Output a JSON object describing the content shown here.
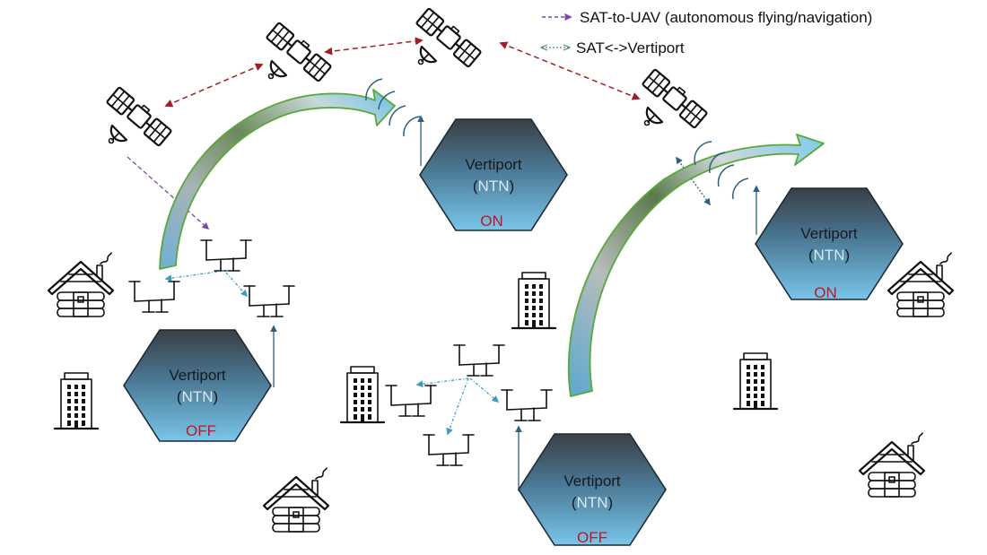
{
  "diagram": {
    "legend": [
      {
        "label": "SAT-to-UAV (autonomous flying/navigation)",
        "line_style": "dashed",
        "color": "#7a4aa8"
      },
      {
        "label": "SAT<->Vertiport",
        "line_style": "dotted",
        "color": "#4f8a8b"
      }
    ],
    "vertiports": [
      {
        "id": "vp1",
        "title": "Vertiport",
        "network_open": "(",
        "network": "NTN",
        "network_close": ")",
        "status": "OFF"
      },
      {
        "id": "vp2",
        "title": "Vertiport",
        "network_open": "(",
        "network": "NTN",
        "network_close": ")",
        "status": "ON"
      },
      {
        "id": "vp3",
        "title": "Vertiport",
        "network_open": "(",
        "network": "NTN",
        "network_close": ")",
        "status": "OFF"
      },
      {
        "id": "vp4",
        "title": "Vertiport",
        "network_open": "(",
        "network": "NTN",
        "network_close": ")",
        "status": "ON"
      }
    ],
    "icons": {
      "satellite": "satellite-icon",
      "uav": "drone-icon",
      "building": "office-building-icon",
      "house": "log-cabin-icon"
    },
    "colors": {
      "sat_link": "#a31e22",
      "sat_to_uav": "#7a4aa8",
      "uav_link": "#3a9ec2",
      "signal": "#2e5f80",
      "arrow_outline": "#5aa83a",
      "status_text": "#c0162b",
      "hex_top": "#3a3f45",
      "hex_bottom": "#79c6ea"
    }
  }
}
